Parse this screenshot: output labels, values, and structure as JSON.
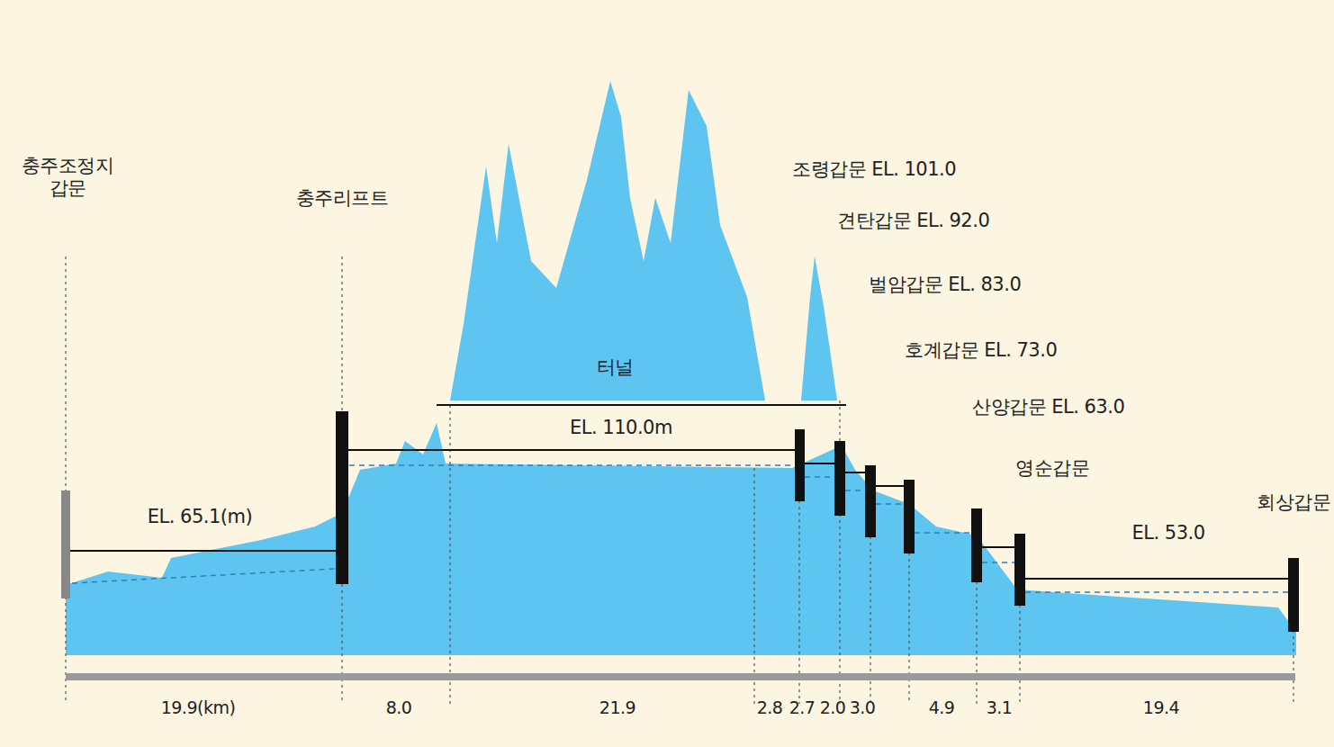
{
  "diagram": {
    "labels": [
      "충주조정지 갑문",
      "충주리프트",
      "터널",
      "EL. 110.0m",
      "조령갑문 EL. 101.0",
      "견탄갑문 EL. 92.0",
      "벌암갑문 EL. 83.0",
      "호계갑문 EL. 73.0",
      "산양갑문 EL. 63.0",
      "영순갑문",
      "EL. 65.1(m)",
      "EL. 53.0",
      "회상갑문",
      "19.9(km)",
      "8.0",
      "21.9",
      "2.8",
      "2.7",
      "2.0",
      "3.0",
      "4.9",
      "3.1",
      "19.4"
    ]
  }
}
